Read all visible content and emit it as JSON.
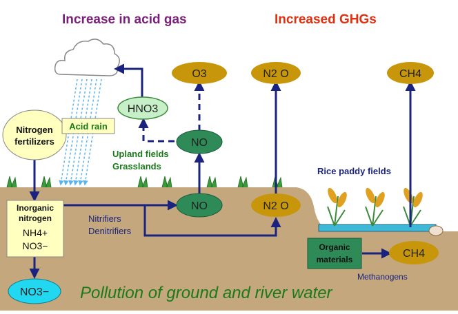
{
  "headings": {
    "acid_gas": "Increase in acid gas",
    "ghg": "Increased GHGs"
  },
  "nodes": {
    "o3": "O3",
    "n2o_top": "N2 O",
    "ch4_top": "CH4",
    "hno3": "HNO3",
    "no_upper": "NO",
    "no_lower": "NO",
    "n2o_lower": "N2 O",
    "ch4_lower": "CH4",
    "no3_bottom": "NO3−"
  },
  "boxes": {
    "nitrogen_fertilizers": [
      "Nitrogen",
      "fertilizers"
    ],
    "acid_rain": "Acid rain",
    "inorganic_nitrogen": [
      "Inorganic",
      "nitrogen",
      "NH4+",
      "NO3−"
    ],
    "organic_materials": [
      "Organic",
      "materials"
    ]
  },
  "labels": {
    "upland": "Upland fields",
    "grasslands": "Grasslands",
    "rice_paddy": "Rice paddy fields",
    "nitrifiers": "Nitrifiers",
    "denitrifiers": "Denitrifiers",
    "methanogens": "Methanogens",
    "pollution": "Pollution of ground and river water"
  },
  "colors": {
    "acid_heading": "#7a1f7a",
    "ghg_heading": "#e03010",
    "arrow": "#1a237e",
    "ghg_node": "#c8960a",
    "no_node": "#2e8b57",
    "hno3_node": "#c8f0c8",
    "soil": "#c4a77d",
    "water": "#3fb8d8",
    "green_text": "#1a7a1a",
    "blue_text": "#1a237e"
  }
}
